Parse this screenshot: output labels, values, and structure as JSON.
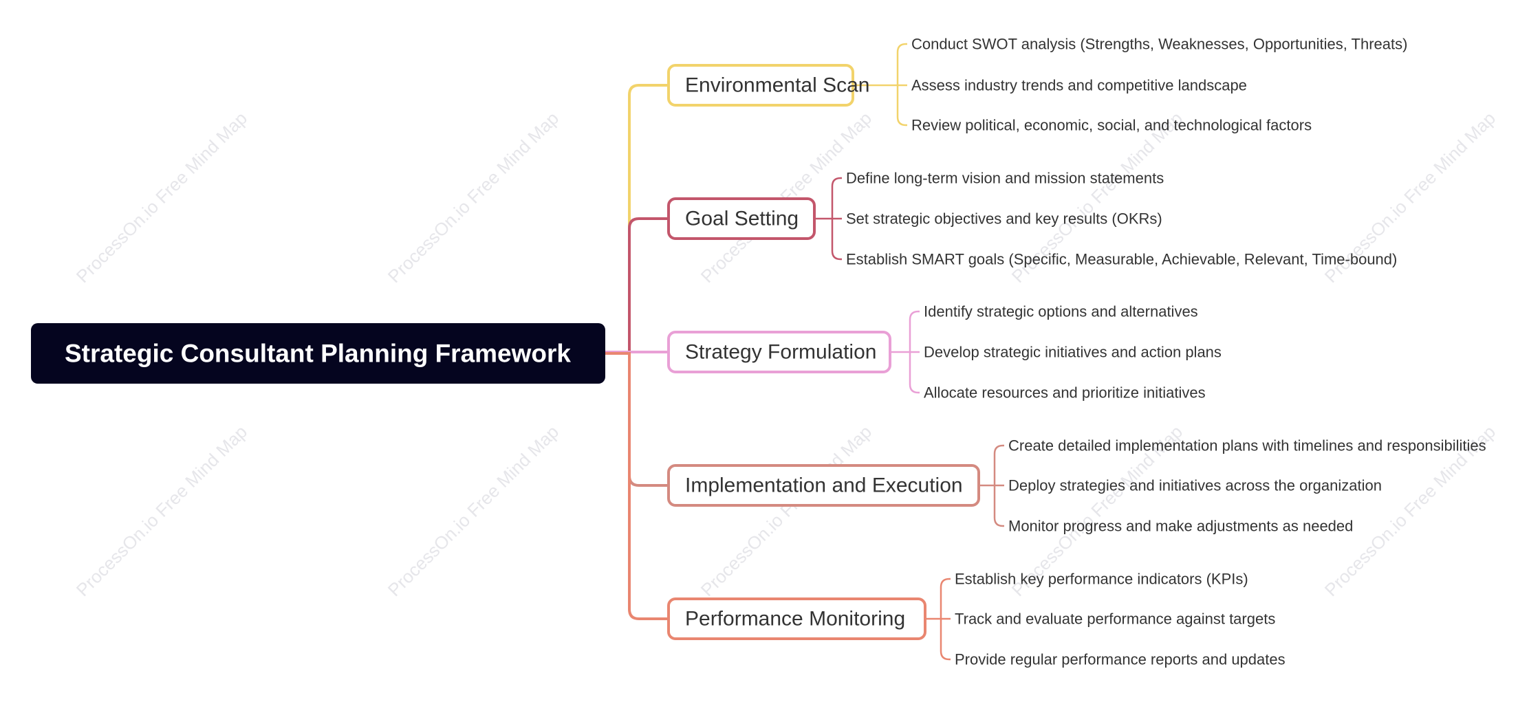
{
  "root": {
    "title": "Strategic Consultant Planning Framework",
    "background": "#05051f",
    "text_color": "#ffffff"
  },
  "watermark": {
    "text": "ProcessOn.io Free Mind Map",
    "color": "#e6e6ea"
  },
  "branches": [
    {
      "label": "Environmental Scan",
      "color": "#f2d36b",
      "items": [
        "Conduct SWOT analysis (Strengths, Weaknesses, Opportunities, Threats)",
        "Assess industry trends and competitive landscape",
        "Review political, economic, social, and technological factors"
      ]
    },
    {
      "label": "Goal Setting",
      "color": "#c3566b",
      "items": [
        "Define long-term vision and mission statements",
        "Set strategic objectives and key results (OKRs)",
        "Establish SMART goals (Specific, Measurable, Achievable, Relevant, Time-bound)"
      ]
    },
    {
      "label": "Strategy Formulation",
      "color": "#e9a0d6",
      "items": [
        "Identify strategic options and alternatives",
        "Develop strategic initiatives and action plans",
        "Allocate resources and prioritize initiatives"
      ]
    },
    {
      "label": "Implementation and Execution",
      "color": "#d48a80",
      "items": [
        "Create detailed implementation plans with timelines and responsibilities",
        "Deploy strategies and initiatives across the organization",
        "Monitor progress and make adjustments as needed"
      ]
    },
    {
      "label": "Performance Monitoring",
      "color": "#e98670",
      "items": [
        "Establish key performance indicators (KPIs)",
        "Track and evaluate performance against targets",
        "Provide regular performance reports and updates"
      ]
    }
  ]
}
